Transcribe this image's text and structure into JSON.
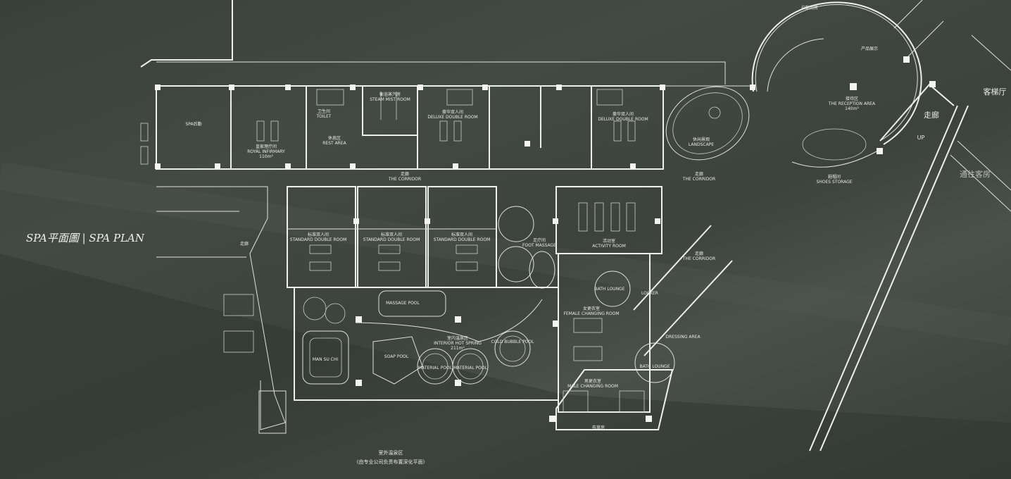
{
  "title": "SPA平面圖 | SPA PLAN",
  "rooms": {
    "spa_back": "SPA后勤",
    "royal_cn": "皇家理疗间",
    "royal_en": "ROYAL INFIRMARY",
    "royal_area": "110m²",
    "toilet_cn": "卫生间",
    "toilet_en": "TOILET",
    "rest_cn": "休息区",
    "rest_en": "REST AREA",
    "steam_cn": "衡浴蒸汽房",
    "steam_en": "STEAM MIST ROOM",
    "deluxe_cn": "豪华双人间",
    "deluxe_en": "DELUXE DOUBLE ROOM",
    "corridor_cn": "走廊",
    "corridor_en": "THE CORRIDOR",
    "standard_cn": "标准双人间",
    "standard_en": "STANDARD DOUBLE ROOM",
    "foot_cn": "足疗间",
    "foot_en": "FOOT MASSAGE",
    "activity_cn": "活动室",
    "activity_en": "ACTIVITY ROOM",
    "reception_cn": "接待区",
    "reception_en": "THE RECEPTION AREA",
    "reception_area": "140m²",
    "product": "产品展示",
    "startup": "启動用房",
    "lift_hall": "客梯厅",
    "corridor2": "走廊",
    "up": "UP",
    "to_rooms": "通往客房",
    "shoes_cn": "鞋帽间",
    "shoes_en": "SHOES STORAGE",
    "landscape_cn": "休闲景观",
    "landscape_en": "LANDSCAPE",
    "female_cn": "女更衣室",
    "female_en": "FEMALE CHANGING ROOM",
    "male_cn": "男更衣室",
    "male_en": "MALE CHANGING ROOM",
    "hotspring_cn": "室内温泉区",
    "hotspring_en": "INTERIOR HOT SPRING",
    "hotspring_area": "211m²",
    "massage_pool": "MASSAGE POOL",
    "soap_pool": "SOAP POOL",
    "material_pool": "MATERIAL POOL",
    "cold_pool": "COLD BUBBLE POOL",
    "man_su_chi": "MAN SU CHI",
    "outdoor_cn": "室外温泉区",
    "outdoor_note": "(由专业公司负责布置深化平面)",
    "linen": "布草房",
    "bath_lounge": "BATH LOUNGE",
    "locker": "LOCKER",
    "dressing": "DRESSING AREA"
  }
}
